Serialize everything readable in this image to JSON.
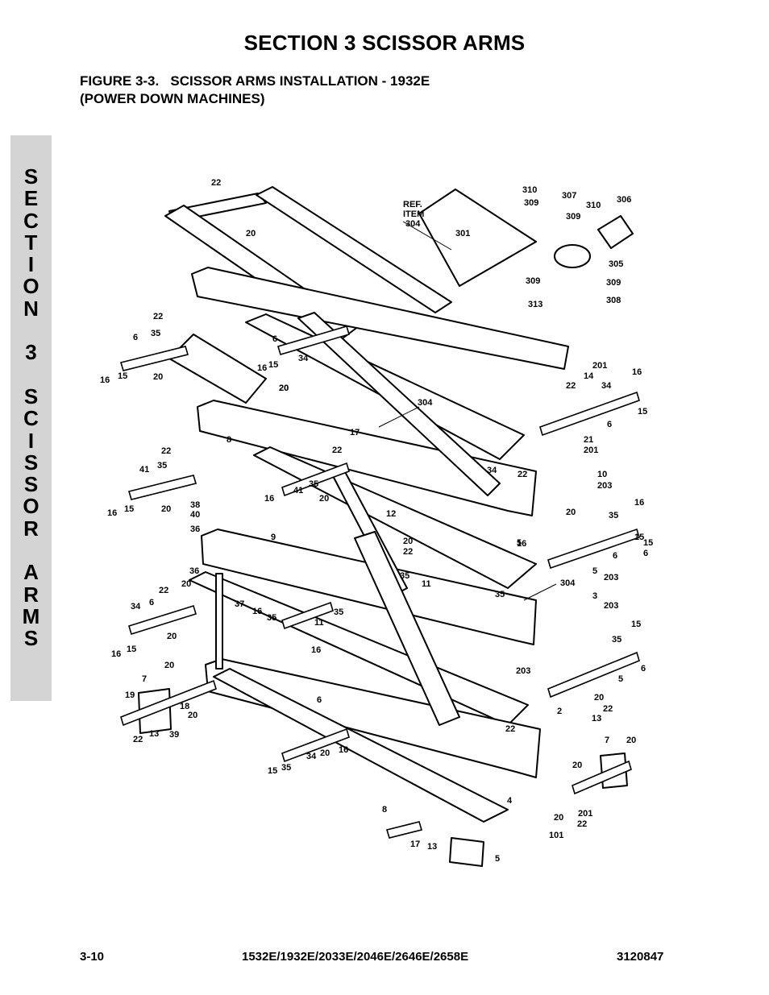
{
  "header": {
    "section_title": "SECTION 3   SCISSOR ARMS",
    "figure_title_line1": "FIGURE 3-3.   SCISSOR ARMS INSTALLATION - 1932E",
    "figure_title_line2": "(POWER DOWN MACHINES)"
  },
  "side_tab": {
    "letters": [
      "S",
      "E",
      "C",
      "T",
      "I",
      "O",
      "N",
      "",
      "3",
      "",
      "S",
      "C",
      "I",
      "S",
      "S",
      "O",
      "R",
      "",
      "A",
      "R",
      "M",
      "S"
    ]
  },
  "diagram": {
    "ref_label": [
      "REF.",
      "ITEM",
      "304"
    ],
    "callouts": [
      "22",
      "20",
      "310",
      "309",
      "301",
      "307",
      "310",
      "306",
      "309",
      "305",
      "309",
      "309",
      "313",
      "308",
      "22",
      "35",
      "6",
      "16",
      "15",
      "20",
      "6",
      "34",
      "16",
      "15",
      "20",
      "201",
      "14",
      "22",
      "16",
      "34",
      "15",
      "6",
      "20",
      "304",
      "17",
      "8",
      "21",
      "201",
      "22",
      "35",
      "41",
      "16",
      "15",
      "20",
      "16",
      "41",
      "35",
      "20",
      "22",
      "12",
      "34",
      "22",
      "10",
      "203",
      "20",
      "38",
      "40",
      "36",
      "9",
      "35",
      "16",
      "6",
      "15",
      "36",
      "20",
      "22",
      "37",
      "20",
      "22",
      "35",
      "11",
      "5",
      "5",
      "203",
      "35",
      "304",
      "3",
      "203",
      "34",
      "6",
      "16",
      "15",
      "20",
      "16",
      "35",
      "11",
      "35",
      "16",
      "15",
      "35",
      "6",
      "5",
      "203",
      "20",
      "22",
      "7",
      "20",
      "19",
      "20",
      "18",
      "13",
      "39",
      "22",
      "6",
      "34",
      "20",
      "16",
      "15",
      "35",
      "22",
      "2",
      "13",
      "7",
      "20",
      "20",
      "101",
      "4",
      "201",
      "22",
      "20",
      "8",
      "17",
      "13",
      "5",
      "16",
      "15",
      "6"
    ]
  },
  "footer": {
    "page_number": "3-10",
    "models": "1532E/1932E/2033E/2046E/2646E/2658E",
    "doc_number": "3120847"
  }
}
